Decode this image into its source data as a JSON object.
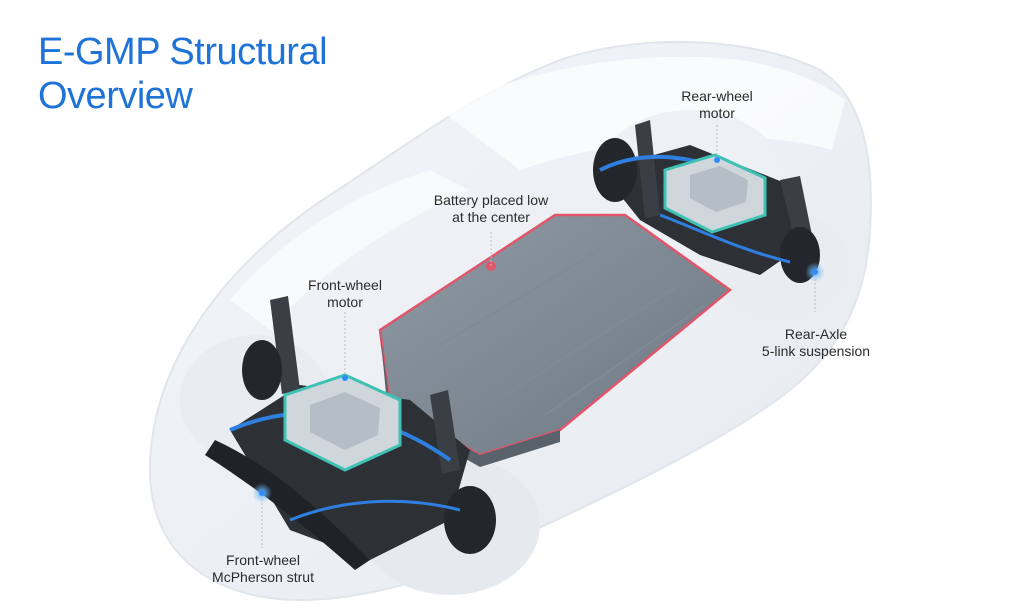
{
  "title": {
    "line1": "E-GMP Structural",
    "line2": "Overview"
  },
  "labels": {
    "rear_motor": {
      "line1": "Rear-wheel",
      "line2": "motor"
    },
    "battery": {
      "line1": "Battery placed low",
      "line2": "at the center"
    },
    "front_motor": {
      "line1": "Front-wheel",
      "line2": "motor"
    },
    "rear_axle": {
      "line1": "Rear-Axle",
      "line2": "5-link suspension"
    },
    "front_strut": {
      "line1": "Front-wheel",
      "line2": "McPherson strut"
    }
  },
  "colors": {
    "accent": "#1e73d8",
    "battery_outline": "#e0566a",
    "motor_highlight": "#3fc2b4",
    "marker_blue": "#2f8cff"
  }
}
